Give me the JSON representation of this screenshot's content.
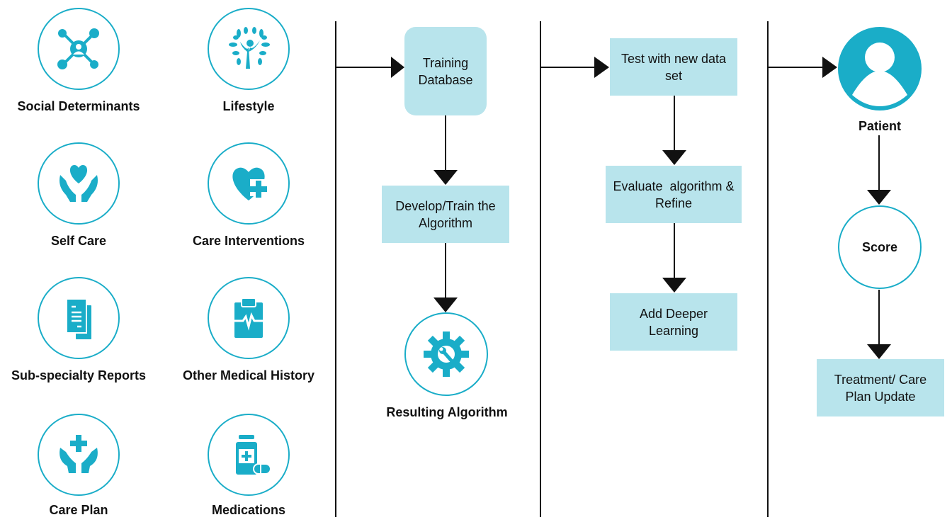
{
  "colors": {
    "teal": "#1aadc8",
    "box_fill": "#b8e4ec",
    "line": "#111111"
  },
  "inputs": [
    {
      "label": "Social Determinants",
      "icon": "network-person-icon"
    },
    {
      "label": "Lifestyle",
      "icon": "tree-person-icon"
    },
    {
      "label": "Self Care",
      "icon": "hands-heart-icon"
    },
    {
      "label": "Care Interventions",
      "icon": "heart-plus-icon"
    },
    {
      "label": "Sub-specialty Reports",
      "icon": "documents-icon"
    },
    {
      "label": "Other Medical History",
      "icon": "clipboard-pulse-icon"
    },
    {
      "label": "Care Plan",
      "icon": "hands-cross-icon"
    },
    {
      "label": "Medications",
      "icon": "pill-bottle-icon"
    }
  ],
  "stage1": {
    "training_database": "Training Database",
    "develop_train": "Develop/Train the Algorithm",
    "resulting_algorithm": "Resulting Algorithm",
    "resulting_icon": "gear-wrench-icon"
  },
  "stage2": {
    "test": "Test with new data set",
    "evaluate": "Evaluate  algorithm & Refine",
    "deeper": "Add Deeper Learning"
  },
  "stage3": {
    "patient": "Patient",
    "patient_icon": "user-avatar-icon",
    "score": "Score",
    "treatment": "Treatment/ Care Plan Update"
  }
}
